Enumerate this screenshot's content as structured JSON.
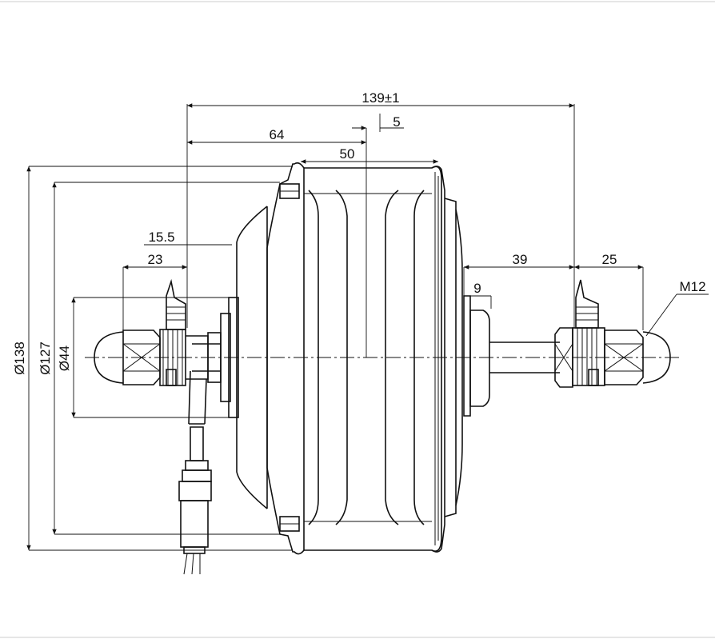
{
  "dimensions": {
    "overall_length": "139±1",
    "offset_center": "64",
    "offset_small": "5",
    "hub_width": "50",
    "axle_left_inner": "15.5",
    "axle_left_length": "23",
    "axle_right_span": "39",
    "axle_right_end": "25",
    "spacer": "9",
    "thread": "M12",
    "outer_diameter": "Ø138",
    "flange_diameter": "Ø127",
    "bearing_diameter": "Ø44"
  }
}
